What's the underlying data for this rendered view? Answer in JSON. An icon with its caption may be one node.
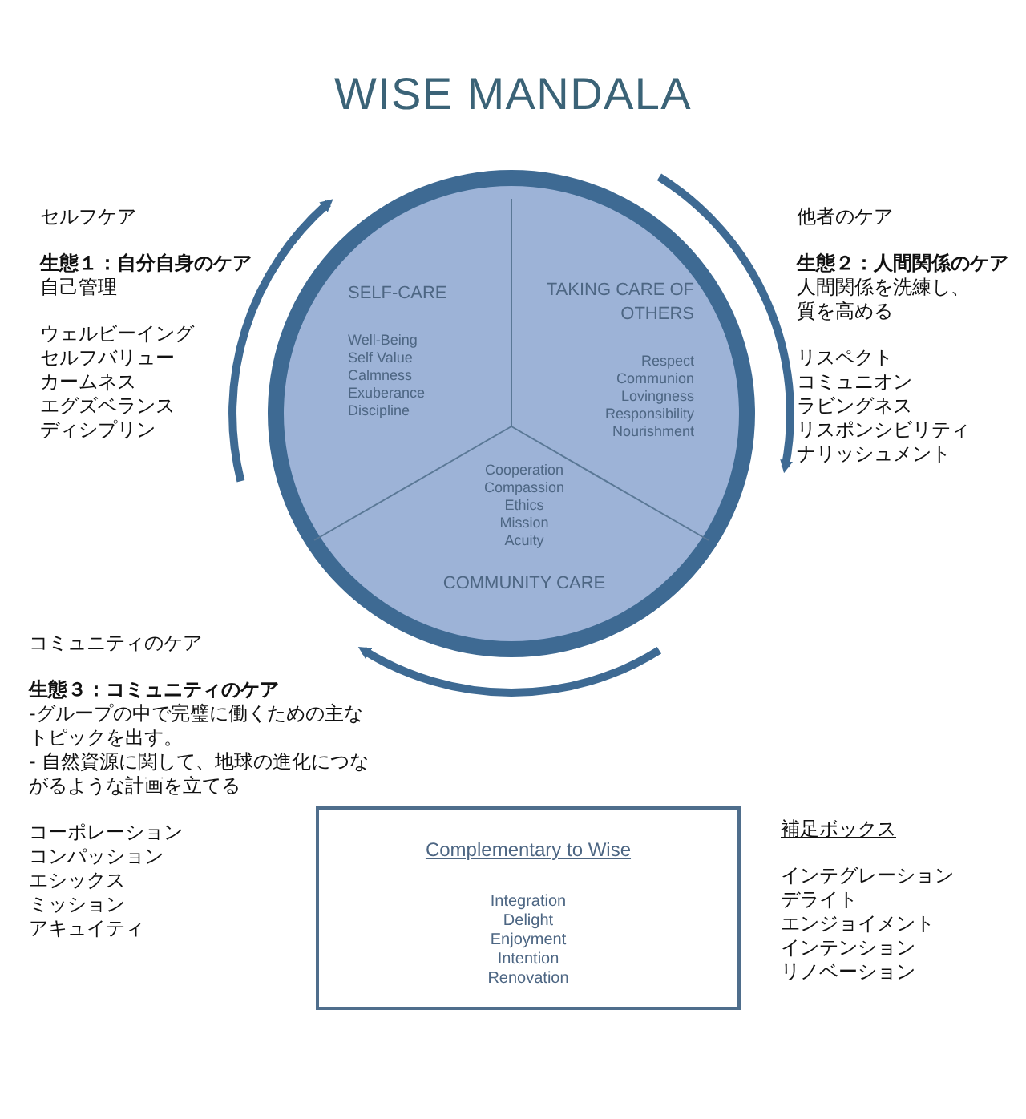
{
  "diagram": {
    "title": "WISE MANDALA",
    "nodes": [
      {
        "text": [],
        "shape": "circle"
      },
      {
        "text": [
          "SELF-CARE",
          "Well-Being",
          "Self Value",
          "Calmness",
          "Exuberance",
          "Discipline"
        ],
        "in": 0
      },
      {
        "text": [
          "TAKING CARE OF OTHERS",
          "Respect",
          "Communion",
          "Lovingness",
          "Responsibility",
          "Nourishment"
        ],
        "in": 0
      },
      {
        "text": [
          "Cooperation",
          "Compassion",
          "Ethics",
          "Mission",
          "Acuity",
          "COMMUNITY CARE"
        ],
        "in": 0
      },
      {
        "text": [
          "Complementary to Wise",
          "Integration",
          "Delight",
          "Enjoyment",
          "Intention",
          "Renovation"
        ]
      }
    ],
    "labels": [
      "セルフケア",
      "生態１：自分自身のケア",
      "自己管理",
      "ウェルビーイング",
      "セルフバリュー",
      "カームネス",
      "エグズベランス",
      "ディシプリン",
      "他者のケア",
      "生態２：人間関係のケア",
      "人間関係を洗練し、質を高める",
      "リスペクト",
      "コミュニオン",
      "ラビングネス",
      "リスポンシビリティ",
      "ナリッシュメント",
      "コミュニティのケア",
      "生態３：コミュニティのケア",
      "-グループの中で完璧に働くための主なトピックを出す。",
      "- 自然資源に関して、地球の進化につながるような計画を立てる",
      "コーポレーション",
      "コンパッション",
      "エシックス",
      "ミッション",
      "アキュイティ",
      "補足ボックス",
      "インテグレーション",
      "デライト",
      "エンジョイメント",
      "インテンション",
      "リノベーション"
    ]
  }
}
